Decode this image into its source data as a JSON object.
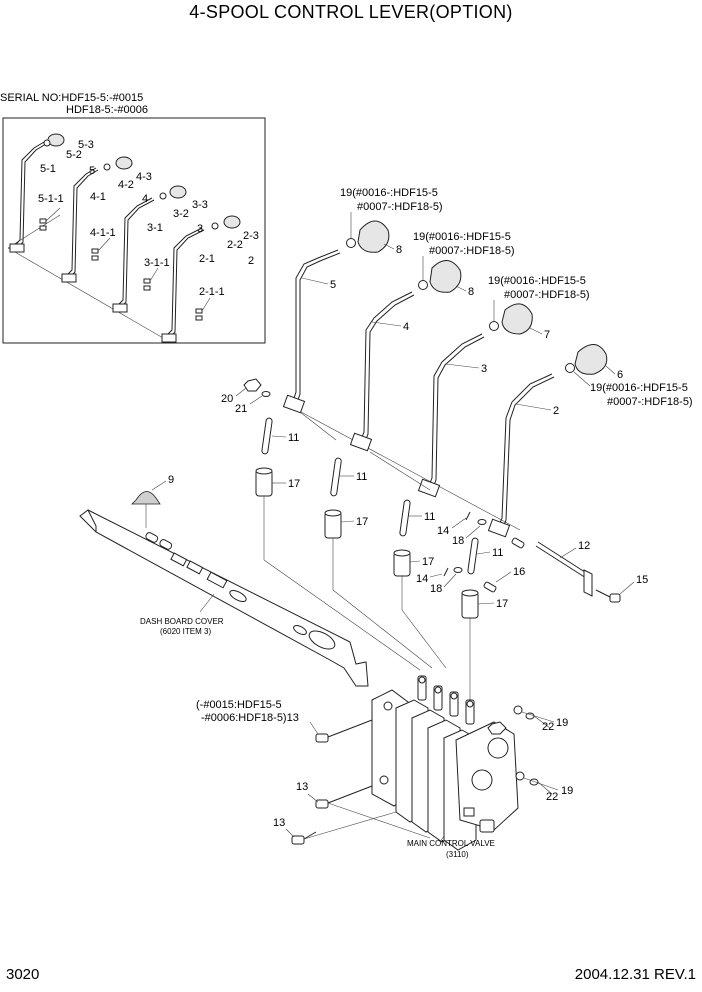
{
  "header": {
    "title": "4-SPOOL CONTROL LEVER(OPTION)"
  },
  "inset": {
    "serial_line1": "SERIAL NO:HDF15-5:-#0015",
    "serial_line2": "HDF18-5:-#0006",
    "labels": [
      "5-3",
      "5-2",
      "5",
      "5-1",
      "4-3",
      "4-2",
      "4",
      "4-1",
      "3-3",
      "3-2",
      "3",
      "3-1",
      "2-3",
      "2-2",
      "2",
      "2-1",
      "5-1-1",
      "4-1-1",
      "3-1-1",
      "2-1-1"
    ]
  },
  "callouts": {
    "c19a_1": "19(#0016-:HDF15-5",
    "c19a_2": "#0007-:HDF18-5)",
    "c19b_1": "19(#0016-:HDF15-5",
    "c19b_2": "#0007-:HDF18-5)",
    "c19c_1": "19(#0016-:HDF15-5",
    "c19c_2": "#0007-:HDF18-5)",
    "c19d_1": "19(#0016-:HDF15-5",
    "c19d_2": "#0007-:HDF18-5)",
    "c13a_1": "(-#0015:HDF15-5",
    "c13a_2": "-#0006:HDF18-5)13",
    "p8a": "8",
    "p8b": "8",
    "p7": "7",
    "p6": "6",
    "p5": "5",
    "p4": "4",
    "p3": "3",
    "p2": "2",
    "p20": "20",
    "p21": "21",
    "p11a": "11",
    "p11b": "11",
    "p11c": "11",
    "p11d": "11",
    "p17a": "17",
    "p17b": "17",
    "p17c": "17",
    "p17d": "17",
    "p9": "9",
    "p12": "12",
    "p14a": "14",
    "p14b": "14",
    "p18a": "18",
    "p18b": "18",
    "p16": "16",
    "p15": "15",
    "p22a": "22",
    "p19e": "19",
    "p22b": "22",
    "p19f": "19",
    "p13b": "13",
    "p13c": "13"
  },
  "dashboard": {
    "line1": "DASH BOARD COVER",
    "line2": "(6020 ITEM 3)"
  },
  "valve": {
    "line1": "MAIN CONTROL VALVE",
    "line2": "(3110)"
  },
  "footer": {
    "page": "3020",
    "date_rev": "2004.12.31  REV.1"
  }
}
